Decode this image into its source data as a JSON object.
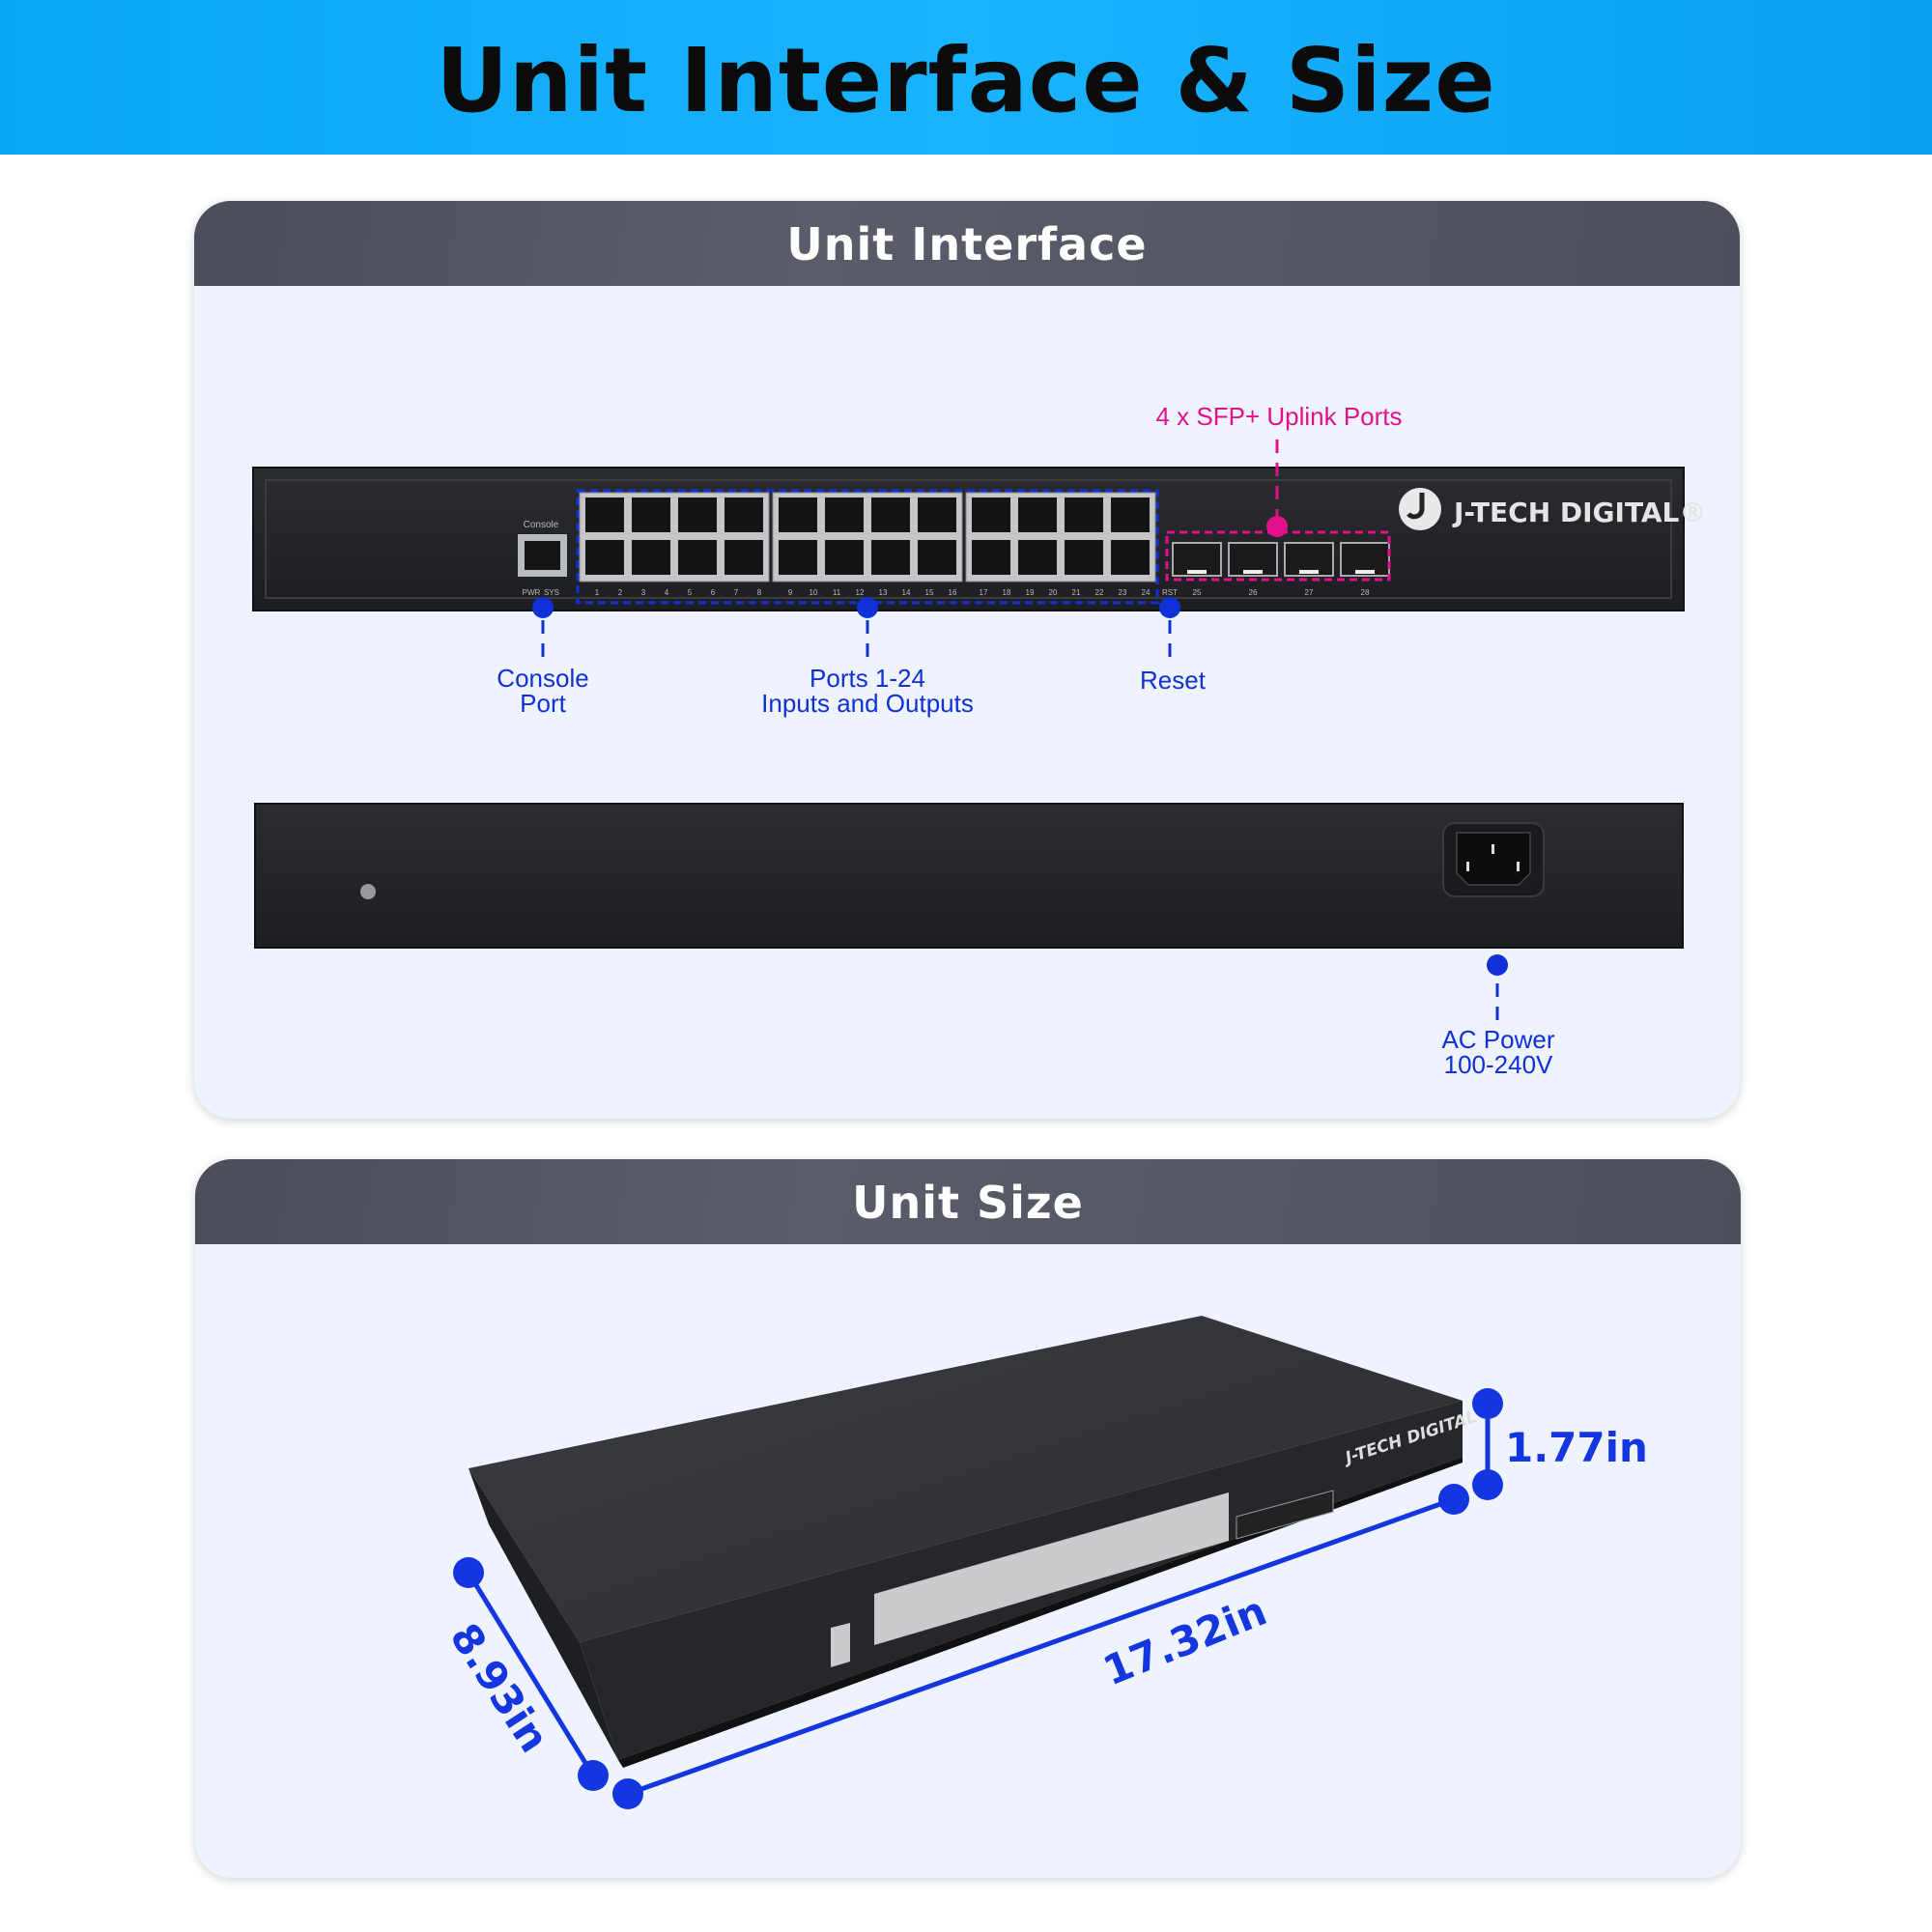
{
  "header": {
    "title": "Unit Interface & Size"
  },
  "interface_section": {
    "title": "Unit Interface",
    "front_panel": {
      "console_label": "Console",
      "led_labels": [
        "PWR",
        "SYS"
      ],
      "reset_label": "RST",
      "port_numbers": [
        "1",
        "2",
        "3",
        "4",
        "5",
        "6",
        "7",
        "8",
        "9",
        "10",
        "11",
        "12",
        "13",
        "14",
        "15",
        "16",
        "17",
        "18",
        "19",
        "20",
        "21",
        "22",
        "23",
        "24"
      ],
      "sfp_numbers": [
        "25",
        "26",
        "27",
        "28"
      ],
      "brand_logo": "J-TECH DIGITAL®"
    },
    "callouts": {
      "sfp": "4 x SFP+ Uplink Ports",
      "console_line1": "Console",
      "console_line2": "Port",
      "ports_line1": "Ports 1-24",
      "ports_line2": "Inputs and Outputs",
      "reset": "Reset",
      "power_line1": "AC Power",
      "power_line2": "100-240V"
    }
  },
  "size_section": {
    "title": "Unit Size",
    "dimensions": {
      "height": "1.77in",
      "width": "17.32in",
      "depth": "8.93in"
    }
  },
  "colors": {
    "banner": "#19b4ff",
    "callout_blue": "#1030d8",
    "callout_pink": "#e0118a",
    "card_bg": "#eef3fd",
    "card_header": "#50535f"
  }
}
